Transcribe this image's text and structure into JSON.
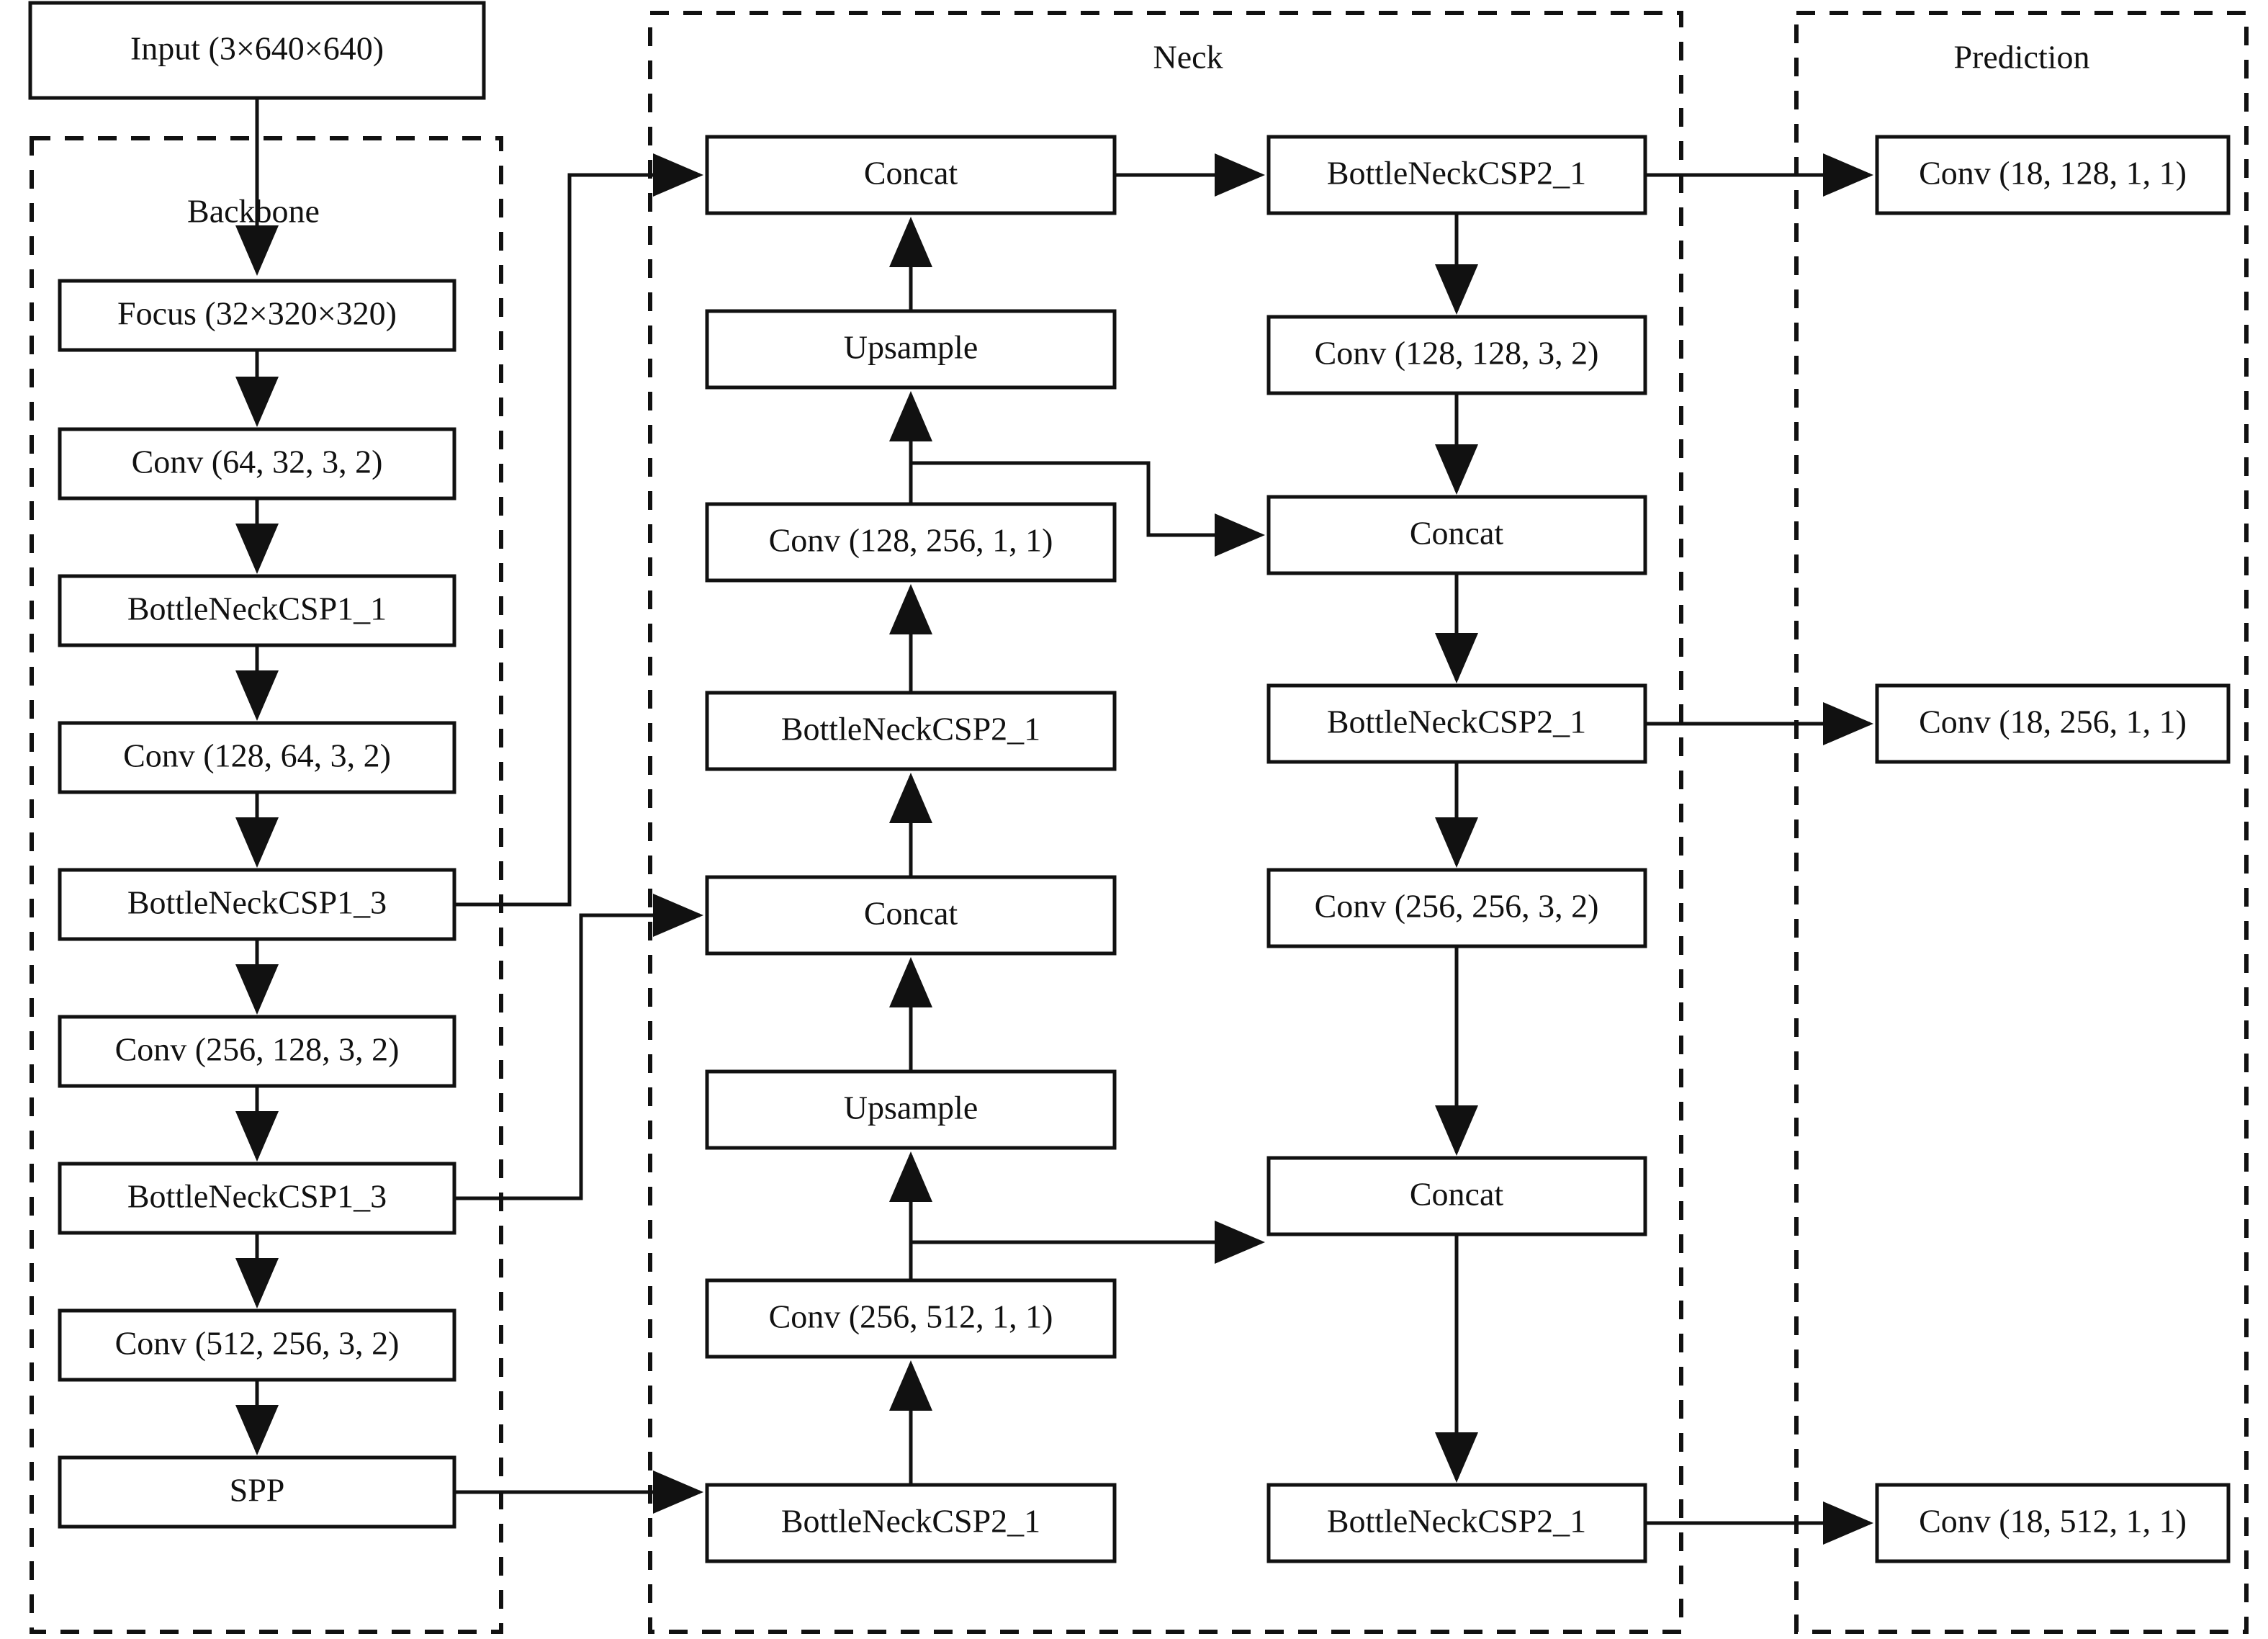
{
  "diagram": {
    "title_groups": [
      {
        "id": "backbone",
        "label": "Backbone"
      },
      {
        "id": "neck",
        "label": "Neck"
      },
      {
        "id": "prediction",
        "label": "Prediction"
      }
    ],
    "input": {
      "label": "Input (3×640×640)"
    },
    "backbone": {
      "label": "Backbone",
      "nodes": [
        {
          "id": "b1",
          "label": "Focus (32×320×320)"
        },
        {
          "id": "b2",
          "label": "Conv (64, 32, 3, 2)"
        },
        {
          "id": "b3",
          "label": "BottleNeckCSP1_1"
        },
        {
          "id": "b4",
          "label": "Conv (128, 64, 3, 2)"
        },
        {
          "id": "b5",
          "label": "BottleNeckCSP1_3"
        },
        {
          "id": "b6",
          "label": "Conv (256, 128, 3, 2)"
        },
        {
          "id": "b7",
          "label": "BottleNeckCSP1_3"
        },
        {
          "id": "b8",
          "label": "Conv (512, 256, 3, 2)"
        },
        {
          "id": "b9",
          "label": "SPP"
        }
      ]
    },
    "neck": {
      "label": "Neck",
      "column_left": [
        {
          "id": "n1",
          "label": "Concat"
        },
        {
          "id": "n2",
          "label": "Upsample"
        },
        {
          "id": "n3",
          "label": "Conv (128, 256, 1, 1)"
        },
        {
          "id": "n4",
          "label": "BottleNeckCSP2_1"
        },
        {
          "id": "n5",
          "label": "Concat"
        },
        {
          "id": "n6",
          "label": "Upsample"
        },
        {
          "id": "n7",
          "label": "Conv (256, 512, 1, 1)"
        },
        {
          "id": "n8",
          "label": "BottleNeckCSP2_1"
        }
      ],
      "column_right": [
        {
          "id": "m1",
          "label": "BottleNeckCSP2_1"
        },
        {
          "id": "m2",
          "label": "Conv (128, 128, 3, 2)"
        },
        {
          "id": "m3",
          "label": "Concat"
        },
        {
          "id": "m4",
          "label": "BottleNeckCSP2_1"
        },
        {
          "id": "m5",
          "label": "Conv (256, 256, 3, 2)"
        },
        {
          "id": "m6",
          "label": "Concat"
        },
        {
          "id": "m7",
          "label": "BottleNeckCSP2_1"
        }
      ]
    },
    "prediction": {
      "label": "Prediction",
      "nodes": [
        {
          "id": "p1",
          "label": "Conv (18, 128, 1, 1)"
        },
        {
          "id": "p2",
          "label": "Conv (18, 256, 1, 1)"
        },
        {
          "id": "p3",
          "label": "Conv (18, 512, 1, 1)"
        }
      ]
    },
    "colors": {
      "stroke": "#111111",
      "background": "#ffffff",
      "text": "#111111"
    }
  }
}
